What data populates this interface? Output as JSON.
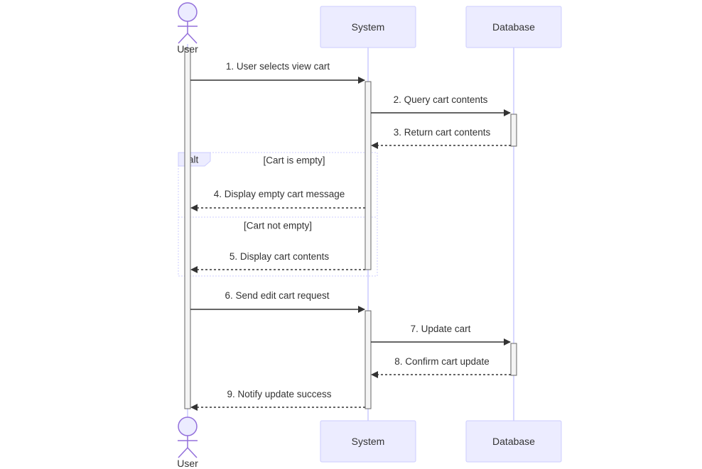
{
  "participants": {
    "user": "User",
    "system": "System",
    "database": "Database"
  },
  "alt": {
    "keyword": "alt",
    "condition_1": "[Cart is empty]",
    "condition_2": "[Cart not empty]"
  },
  "messages": [
    {
      "label": "1. User selects view cart",
      "from": "User",
      "to": "System",
      "style": "solid"
    },
    {
      "label": "2. Query cart contents",
      "from": "System",
      "to": "Database",
      "style": "solid"
    },
    {
      "label": "3. Return cart contents",
      "from": "Database",
      "to": "System",
      "style": "dashed"
    },
    {
      "label": "4. Display empty cart message",
      "from": "System",
      "to": "User",
      "style": "dashed"
    },
    {
      "label": "5. Display cart contents",
      "from": "System",
      "to": "User",
      "style": "dashed"
    },
    {
      "label": "6. Send edit cart request",
      "from": "User",
      "to": "System",
      "style": "solid"
    },
    {
      "label": "7. Update cart",
      "from": "System",
      "to": "Database",
      "style": "solid"
    },
    {
      "label": "8. Confirm cart update",
      "from": "Database",
      "to": "System",
      "style": "dashed"
    },
    {
      "label": "9. Notify update success",
      "from": "System",
      "to": "User",
      "style": "dashed"
    }
  ],
  "colors": {
    "participant_fill": "#ECECFF",
    "participant_stroke": "#CCCCFF",
    "lifeline": "#CCCCFF",
    "activation_fill": "#F4F4F4",
    "activation_stroke": "#666666",
    "arrow": "#333333",
    "alt_border": "#CCCCFF",
    "text": "#333333"
  }
}
